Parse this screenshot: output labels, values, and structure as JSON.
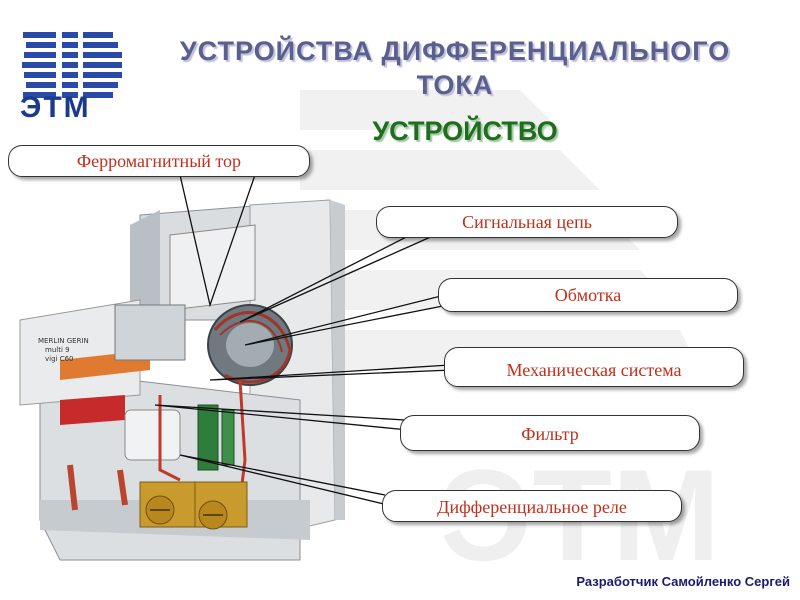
{
  "logo": {
    "text": "ЭТМ"
  },
  "title": "УСТРОЙСТВА  ДИФФЕРЕНЦИАЛЬНОГО ТОКА",
  "subtitle": "УСТРОЙСТВО",
  "callouts": [
    "Ферромагнитный тор",
    "Сигнальная цепь",
    "Обмотка",
    "Механическая система",
    "Фильтр",
    "Дифференциальное реле"
  ],
  "device_label": {
    "line1": "MERLIN GERIN",
    "line2": "multi 9",
    "line3": "vigi C60"
  },
  "watermark": {
    "text": "ЭТМ"
  },
  "footer": "Разработчик Самойленко Сергей"
}
